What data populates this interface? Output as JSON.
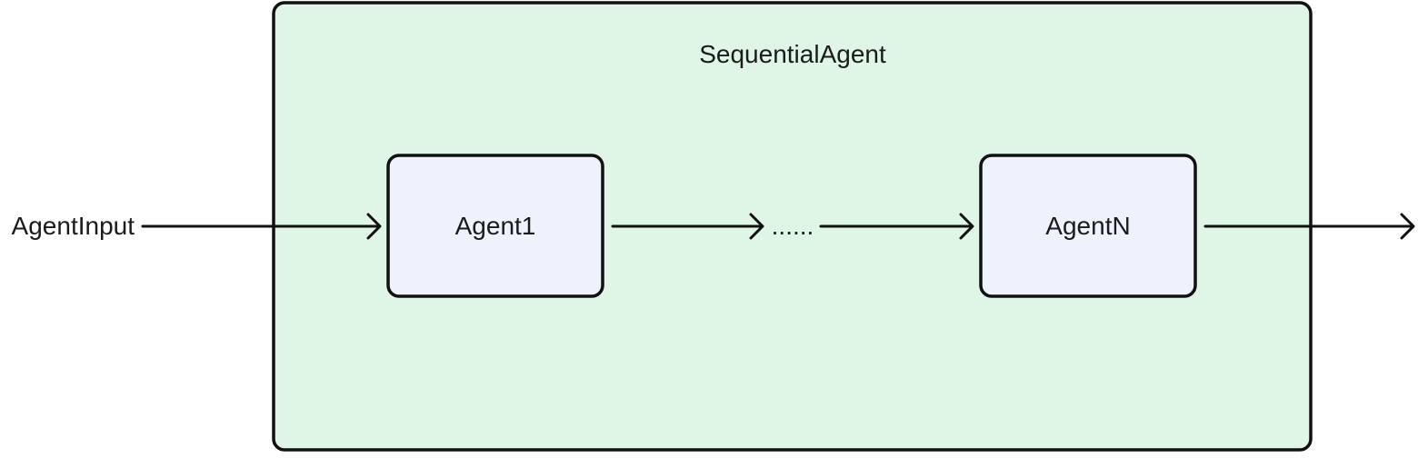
{
  "container": {
    "label": "SequentialAgent",
    "fill": "#dff5e5"
  },
  "input": {
    "label": "AgentInput"
  },
  "agents": [
    {
      "label": "Agent1"
    },
    {
      "label": "AgentN"
    }
  ],
  "ellipsis": "......",
  "colors": {
    "agent_fill": "#eef2fc",
    "stroke": "#111111"
  }
}
